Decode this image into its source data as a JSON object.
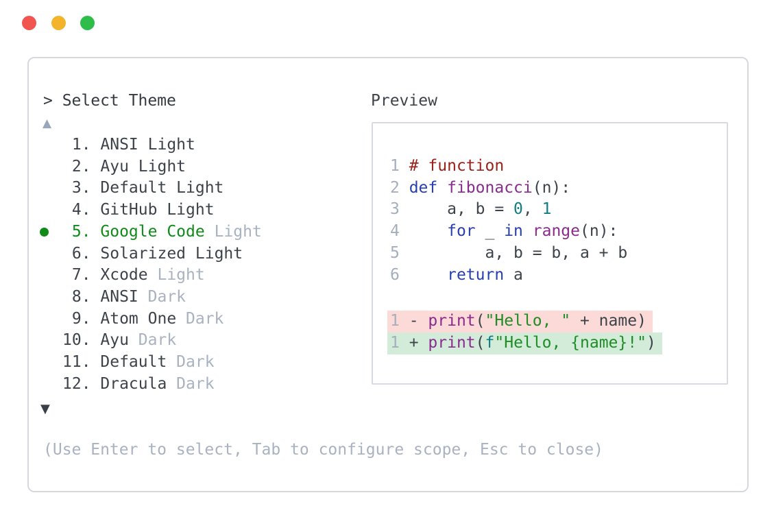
{
  "colors": {
    "accent_green": "#108a19",
    "muted_gray": "#a9b2c1",
    "text_dark": "#3d434b",
    "traffic_red": "#f1554f",
    "traffic_yellow": "#f3b32b",
    "traffic_green": "#2ebd4a",
    "diff_removed_bg": "#fbdad7",
    "diff_added_bg": "#d3ecd9",
    "panel_border": "#d5d9df"
  },
  "window": {
    "traffic_lights": [
      {
        "name": "close",
        "color_key": "traffic_red"
      },
      {
        "name": "minimize",
        "color_key": "traffic_yellow"
      },
      {
        "name": "maximize",
        "color_key": "traffic_green"
      }
    ]
  },
  "picker": {
    "prompt": "> Select Theme",
    "scroll_up_icon": "▲",
    "scroll_down_icon": "▼",
    "items": [
      {
        "num": " 1.",
        "name": "ANSI",
        "variant": "Light",
        "variant_muted": false,
        "selected": false
      },
      {
        "num": " 2.",
        "name": "Ayu",
        "variant": "Light",
        "variant_muted": false,
        "selected": false
      },
      {
        "num": " 3.",
        "name": "Default",
        "variant": "Light",
        "variant_muted": false,
        "selected": false
      },
      {
        "num": " 4.",
        "name": "GitHub",
        "variant": "Light",
        "variant_muted": false,
        "selected": false
      },
      {
        "num": " 5.",
        "name": "Google Code",
        "variant": "Light",
        "variant_muted": true,
        "selected": true
      },
      {
        "num": " 6.",
        "name": "Solarized",
        "variant": "Light",
        "variant_muted": false,
        "selected": false
      },
      {
        "num": " 7.",
        "name": "Xcode",
        "variant": "Light",
        "variant_muted": true,
        "selected": false
      },
      {
        "num": " 8.",
        "name": "ANSI",
        "variant": "Dark",
        "variant_muted": true,
        "selected": false
      },
      {
        "num": " 9.",
        "name": "Atom One",
        "variant": "Dark",
        "variant_muted": true,
        "selected": false
      },
      {
        "num": "10.",
        "name": "Ayu",
        "variant": "Dark",
        "variant_muted": true,
        "selected": false
      },
      {
        "num": "11.",
        "name": "Default",
        "variant": "Dark",
        "variant_muted": true,
        "selected": false
      },
      {
        "num": "12.",
        "name": "Dracula",
        "variant": "Dark",
        "variant_muted": true,
        "selected": false
      }
    ],
    "hint": "(Use Enter to select, Tab to configure scope, Esc to close)"
  },
  "preview": {
    "label": "Preview",
    "code_lines": [
      [
        {
          "t": "1 ",
          "c": "ln"
        },
        {
          "t": "# function",
          "c": "cm"
        }
      ],
      [
        {
          "t": "2 ",
          "c": "ln"
        },
        {
          "t": "def",
          "c": "kw"
        },
        {
          "t": " ",
          "c": "pl"
        },
        {
          "t": "fibonacci",
          "c": "fn"
        },
        {
          "t": "(n):",
          "c": "pl"
        }
      ],
      [
        {
          "t": "3 ",
          "c": "ln"
        },
        {
          "t": "    a, b = ",
          "c": "pl"
        },
        {
          "t": "0",
          "c": "lit"
        },
        {
          "t": ", ",
          "c": "pl"
        },
        {
          "t": "1",
          "c": "lit"
        }
      ],
      [
        {
          "t": "4 ",
          "c": "ln"
        },
        {
          "t": "    ",
          "c": "pl"
        },
        {
          "t": "for",
          "c": "kw"
        },
        {
          "t": " _ ",
          "c": "pl"
        },
        {
          "t": "in",
          "c": "kw"
        },
        {
          "t": " ",
          "c": "pl"
        },
        {
          "t": "range",
          "c": "fn"
        },
        {
          "t": "(n):",
          "c": "pl"
        }
      ],
      [
        {
          "t": "5 ",
          "c": "ln"
        },
        {
          "t": "        a, b = b, a + b",
          "c": "pl"
        }
      ],
      [
        {
          "t": "6 ",
          "c": "ln"
        },
        {
          "t": "    ",
          "c": "pl"
        },
        {
          "t": "return",
          "c": "kw"
        },
        {
          "t": " a",
          "c": "pl"
        }
      ]
    ],
    "diff_lines": [
      {
        "kind": "removed",
        "tokens": [
          {
            "t": "1",
            "c": "ln"
          },
          {
            "t": " - ",
            "c": "pl"
          },
          {
            "t": "print",
            "c": "fn"
          },
          {
            "t": "(",
            "c": "pl"
          },
          {
            "t": "\"Hello, \"",
            "c": "str"
          },
          {
            "t": " + name)",
            "c": "pl"
          }
        ]
      },
      {
        "kind": "added",
        "tokens": [
          {
            "t": "1",
            "c": "ln"
          },
          {
            "t": " + ",
            "c": "pl"
          },
          {
            "t": "print",
            "c": "fn"
          },
          {
            "t": "(",
            "c": "pl"
          },
          {
            "t": "f",
            "c": "lit"
          },
          {
            "t": "\"Hello, {name}!\"",
            "c": "str"
          },
          {
            "t": ")",
            "c": "pl"
          }
        ]
      }
    ]
  }
}
